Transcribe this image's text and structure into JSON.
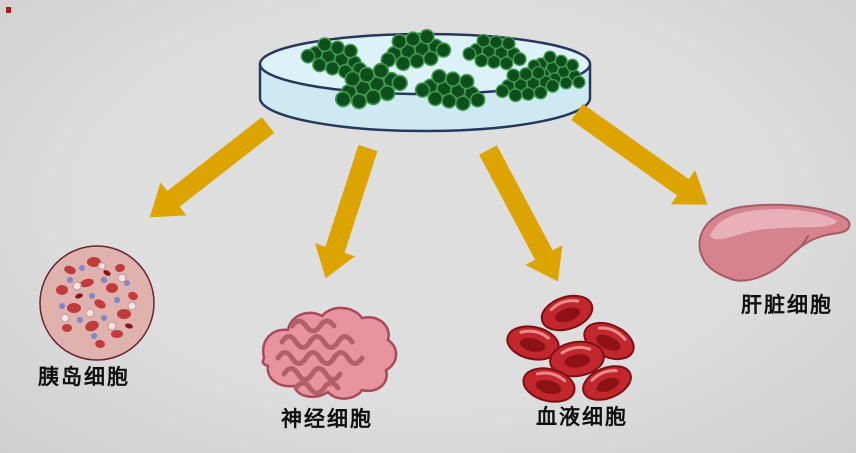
{
  "palette": {
    "background": "#d8d8d8",
    "arrow": "#dda400",
    "dish_fill": "#cfe9f2",
    "dish_rim_fill": "#ddf1f8",
    "dish_outline": "#26395c",
    "colony_green": "#0e4d1c",
    "colony_outline": "#3f9a4c",
    "islet_base": "#e0b2ae",
    "nerve_pink": "#e794a0",
    "blood_red": "#c1272d",
    "liver_pink": "#d4838f"
  },
  "diagram": {
    "targets": [
      {
        "id": "islet",
        "label": "胰岛细胞"
      },
      {
        "id": "nerve",
        "label": "神经细胞"
      },
      {
        "id": "blood",
        "label": "血液细胞"
      },
      {
        "id": "liver",
        "label": "肝脏细胞"
      }
    ]
  }
}
